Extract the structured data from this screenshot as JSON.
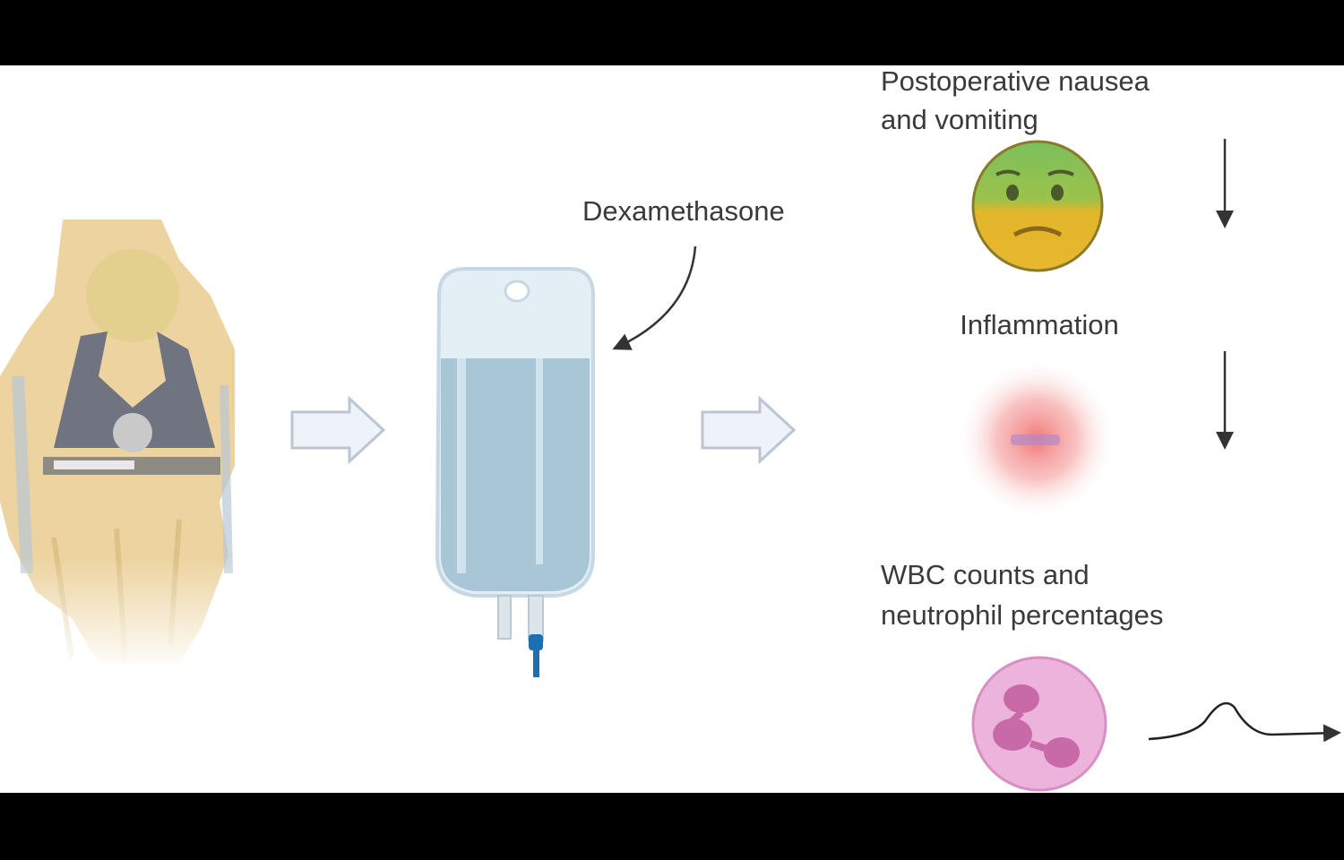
{
  "labels": {
    "drug": "Dexamethasone",
    "nausea_line1": "Postoperative nausea",
    "nausea_line2": "and vomiting",
    "inflammation": "Inflammation",
    "wbc_line1": "WBC counts and",
    "wbc_line2": "neutrophil percentages"
  },
  "outcomes": [
    {
      "name": "nausea",
      "trend": "decrease"
    },
    {
      "name": "inflammation",
      "trend": "decrease"
    },
    {
      "name": "wbc",
      "trend": "transient-rise"
    }
  ],
  "colors": {
    "bone": "#ecd3a0",
    "implant": "#6f7480",
    "iv_fluid": "#a9c6d6",
    "face_top": "#7bbf5e",
    "face_bottom": "#e3b62a",
    "inflammation": "#f27a7a",
    "neutrophil": "#e9a6d3"
  }
}
